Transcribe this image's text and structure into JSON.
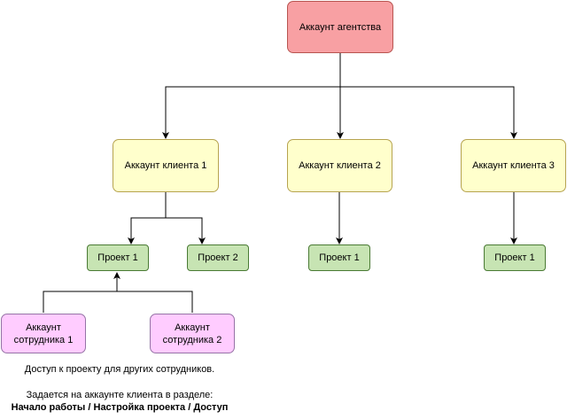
{
  "nodes": {
    "agency": "Аккаунт агентства",
    "client1": "Аккаунт клиента 1",
    "client2": "Аккаунт клиента 2",
    "client3": "Аккаунт клиента 3",
    "c1_project1": "Проект 1",
    "c1_project2": "Проект 2",
    "c2_project1": "Проект 1",
    "c3_project1": "Проект 1",
    "employee1_line1": "Аккаунт",
    "employee1_line2": "сотрудника 1",
    "employee2_line1": "Аккаунт",
    "employee2_line2": "сотрудника 2"
  },
  "note": {
    "line1": "Доступ к проекту для других сотрудников.",
    "line2": "Задается на аккаунте клиента в разделе:",
    "line3": "Начало работы / Настройка проекта / Доступ"
  },
  "colors": {
    "agency": "#f8a0a3",
    "client": "#ffffcc",
    "project": "#c7e4b3",
    "employee": "#ffccff"
  }
}
